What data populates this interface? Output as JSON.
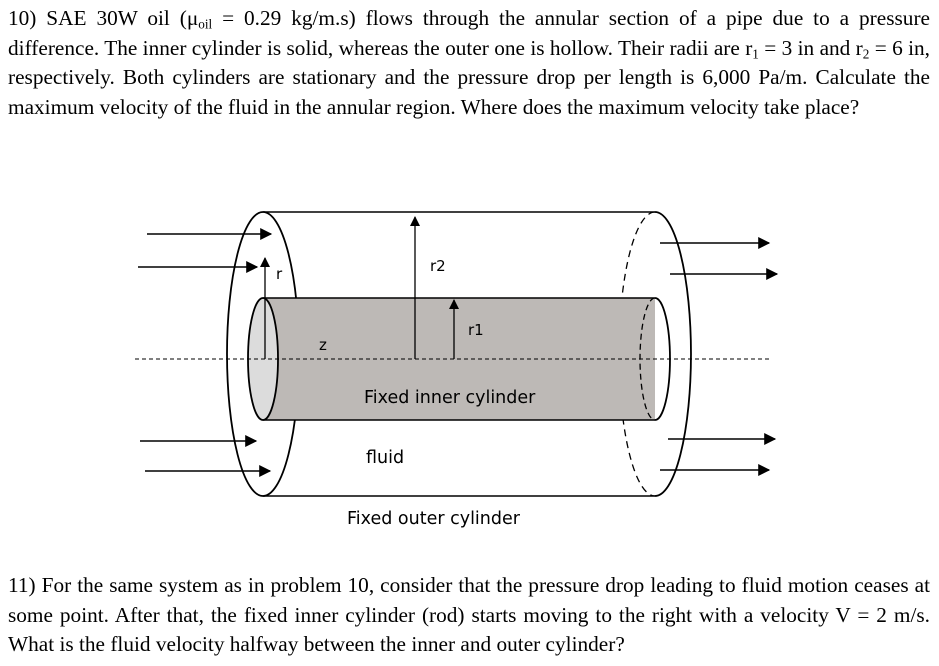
{
  "problem10": {
    "lead": "10) SAE 30W oil (",
    "mu_symbol": "μ",
    "mu_sub": "oil",
    "mu_value": " = 0.29 kg/m.s)",
    "part1": " flows through the annular section of a pipe due to a pressure difference. The inner cylinder is solid, whereas the outer one is hollow. Their radii are ",
    "r1_symbol": "r",
    "r1_sub": "1",
    "r1_value": " = 3 in",
    "part2": " and ",
    "r2_symbol": "r",
    "r2_sub": "2",
    "r2_value": " = 6 in",
    "part3": ", respectively. Both cylinders are stationary and the pressure drop per length is 6,000 Pa/m. Calculate the maximum velocity of the fluid in the annular region. Where does the maximum velocity take place?"
  },
  "figure": {
    "label_r": "r",
    "label_r2": "r2",
    "label_r1": "r1",
    "label_z": "z",
    "label_inner": "Fixed inner cylinder",
    "label_fluid": "fluid",
    "label_outer": "Fixed outer cylinder",
    "colors": {
      "inner_cylinder": "#bdb9b6",
      "inner_end_face": "#dcdcdc",
      "outline": "#000000"
    }
  },
  "problem11": {
    "text": "11) For the same system as in problem 10, consider that the pressure drop leading to fluid motion ceases at some point. After that, the fixed inner cylinder (rod) starts moving to the right with a velocity V = 2 m/s. What is the fluid velocity halfway between the inner and outer cylinder?"
  }
}
